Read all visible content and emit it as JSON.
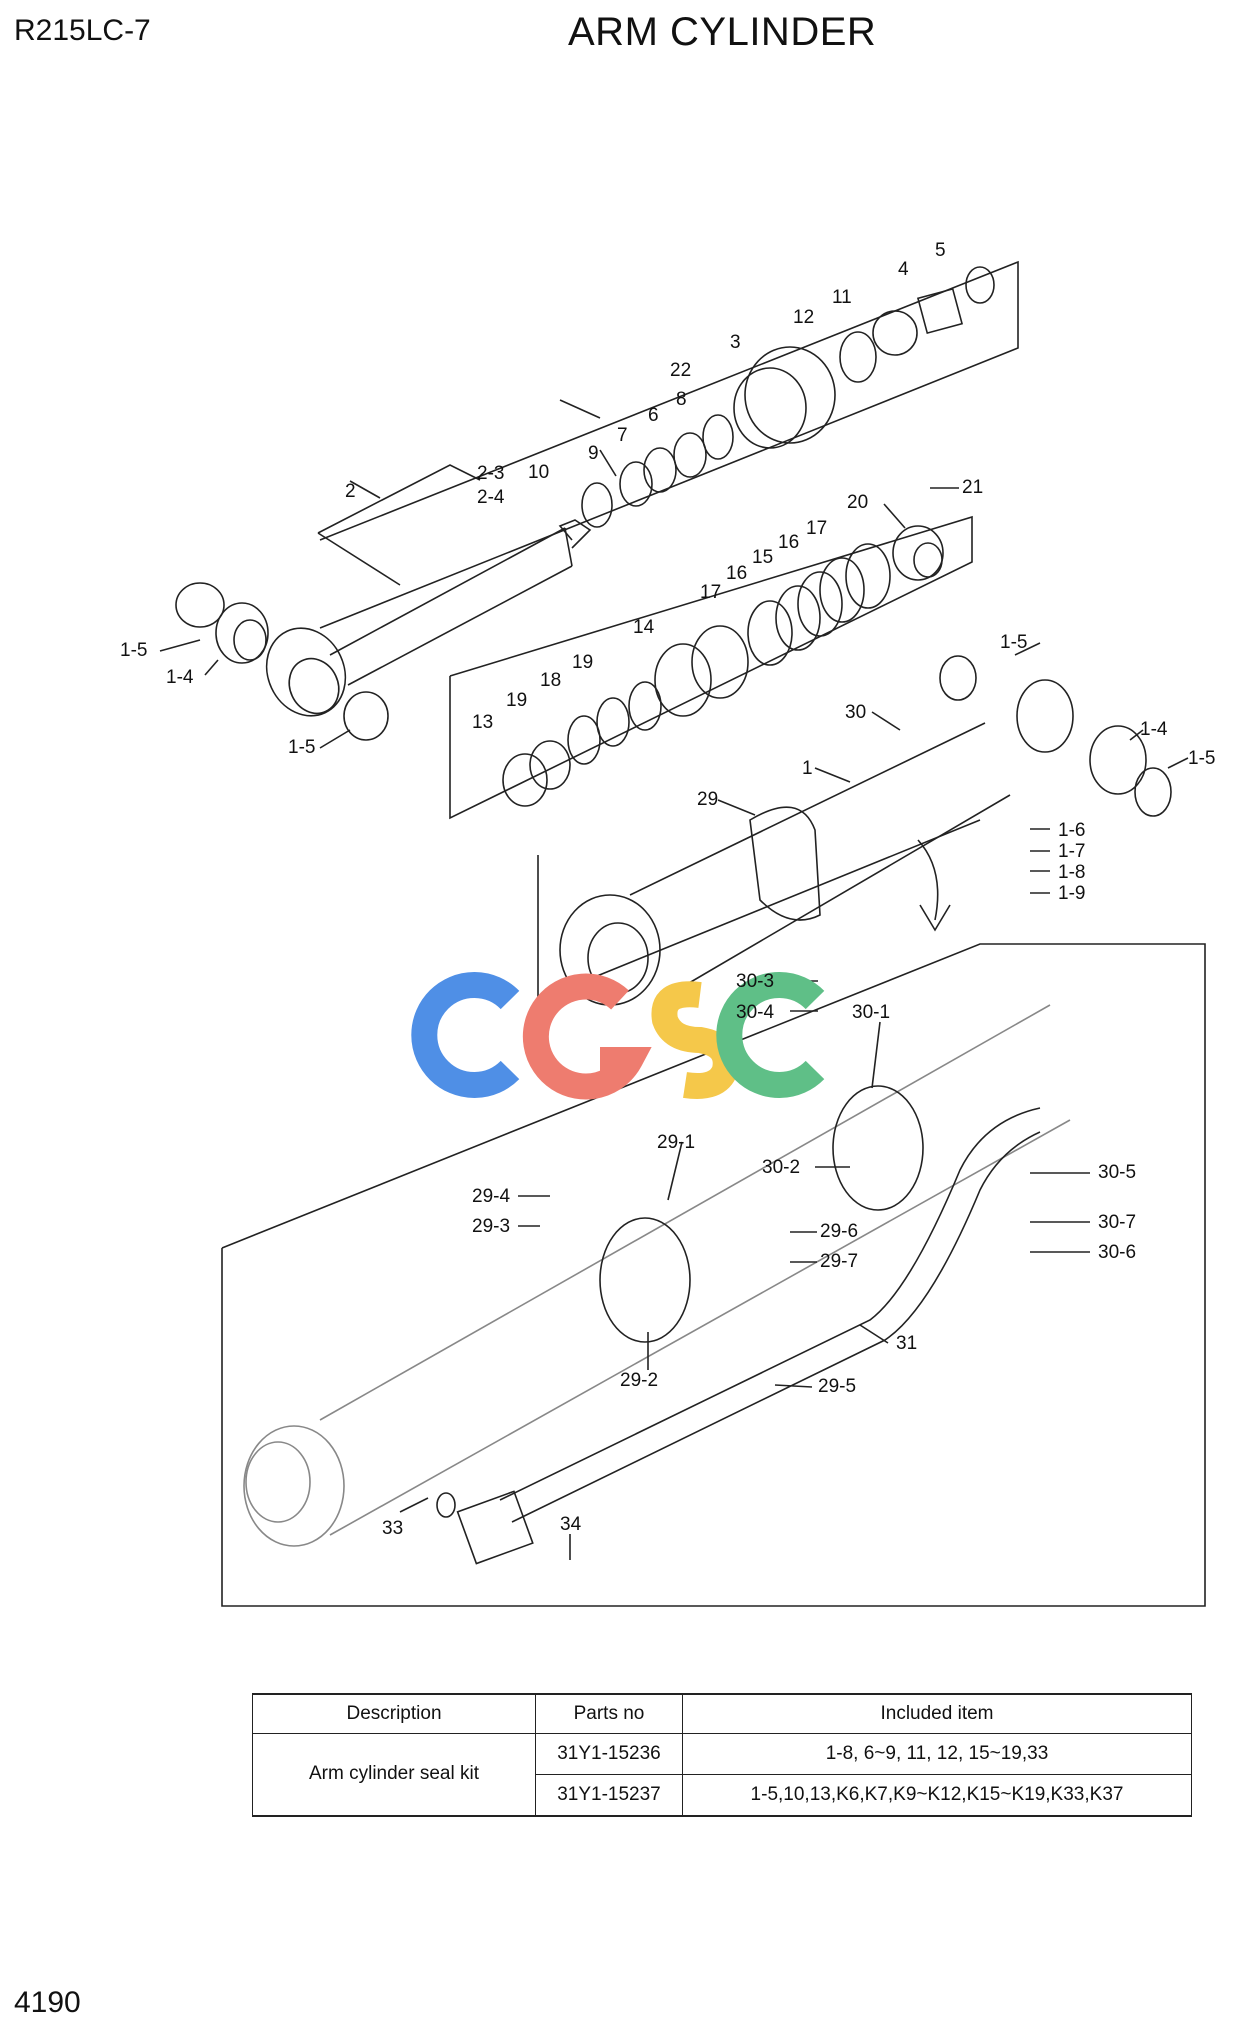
{
  "header": {
    "model": "R215LC-7",
    "title": "ARM CYLINDER"
  },
  "footer": {
    "page_number": "4190"
  },
  "watermark": "CGSC",
  "callouts": {
    "c2_3": "2-3",
    "c2_4": "2-4",
    "c2": "2",
    "c22": "22",
    "c3": "3",
    "c12": "12",
    "c11": "11",
    "c4": "4",
    "c5": "5",
    "c8": "8",
    "c6": "6",
    "c7": "7",
    "c9": "9",
    "c10": "10",
    "c1_5a": "1-5",
    "c1_4a": "1-4",
    "c1_5b": "1-5",
    "c21": "21",
    "c20": "20",
    "c17a": "17",
    "c16a": "16",
    "c15": "15",
    "c16b": "16",
    "c17b": "17",
    "c14": "14",
    "c19a": "19",
    "c18": "18",
    "c19b": "19",
    "c13": "13",
    "c1_5c": "1-5",
    "c1_4b": "1-4",
    "c1_5d": "1-5",
    "c30": "30",
    "c1": "1",
    "c29": "29",
    "c1_6": "1-6",
    "c1_7": "1-7",
    "c1_8": "1-8",
    "c1_9": "1-9",
    "c30_3": "30-3",
    "c30_4": "30-4",
    "c30_1": "30-1",
    "c30_2": "30-2",
    "c30_5": "30-5",
    "c30_7": "30-7",
    "c30_6": "30-6",
    "c29_1": "29-1",
    "c29_4": "29-4",
    "c29_3": "29-3",
    "c29_6": "29-6",
    "c29_7": "29-7",
    "c29_2": "29-2",
    "c29_5": "29-5",
    "c31": "31",
    "c33": "33",
    "c34": "34"
  },
  "kit_table": {
    "headers": [
      "Description",
      "Parts no",
      "Included item"
    ],
    "description": "Arm cylinder seal kit",
    "rows": [
      {
        "parts_no": "31Y1-15236",
        "included": "1-8, 6~9, 11, 12, 15~19,33"
      },
      {
        "parts_no": "31Y1-15237",
        "included": "1-5,10,13,K6,K7,K9~K12,K15~K19,K33,K37"
      }
    ]
  },
  "colors": {
    "line": "#222222",
    "watermark_c1": "#4f8fe6",
    "watermark_g": "#ee7c6f",
    "watermark_s": "#f5c84a",
    "watermark_c2": "#5fbf87"
  }
}
